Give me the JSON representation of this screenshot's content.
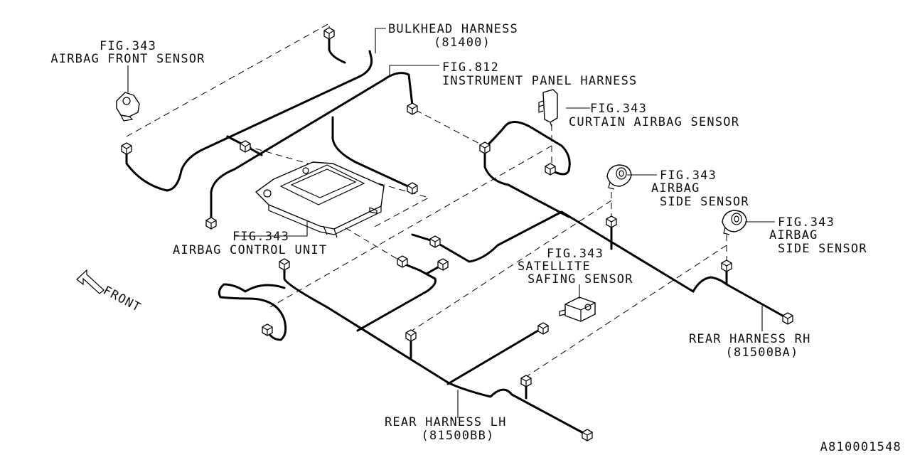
{
  "labels": {
    "bulkhead_title": "BULKHEAD HARNESS",
    "bulkhead_code": "(81400)",
    "front_sensor_fig": "FIG.343",
    "front_sensor_name": "AIRBAG FRONT SENSOR",
    "ip_fig": "FIG.812",
    "ip_name": "INSTRUMENT PANEL HARNESS",
    "curtain_fig": "FIG.343",
    "curtain_name": "CURTAIN AIRBAG SENSOR",
    "side1_fig": "FIG.343",
    "side1_name_1": "AIRBAG",
    "side1_name_2": "SIDE SENSOR",
    "side2_fig": "FIG.343",
    "side2_name_1": "AIRBAG",
    "side2_name_2": "SIDE SENSOR",
    "acu_fig": "FIG.343",
    "acu_name": "AIRBAG CONTROL UNIT",
    "satellite_fig": "FIG.343",
    "satellite_name_1": "SATELLITE",
    "satellite_name_2": "SAFING SENSOR",
    "front_arrow": "FRONT",
    "rear_rh_name": "REAR HARNESS RH",
    "rear_rh_code": "(81500BA)",
    "rear_lh_name": "REAR HARNESS LH",
    "rear_lh_code": "(81500BB)",
    "diagram_id": "A810001548"
  },
  "icons": {
    "front_sensor": "airbag-front-sensor-icon",
    "curtain_sensor": "curtain-airbag-sensor-icon",
    "side_sensor": "airbag-side-sensor-icon",
    "control_unit": "airbag-control-unit-icon",
    "satellite_sensor": "satellite-safing-sensor-icon",
    "direction": "front-arrow-icon"
  }
}
